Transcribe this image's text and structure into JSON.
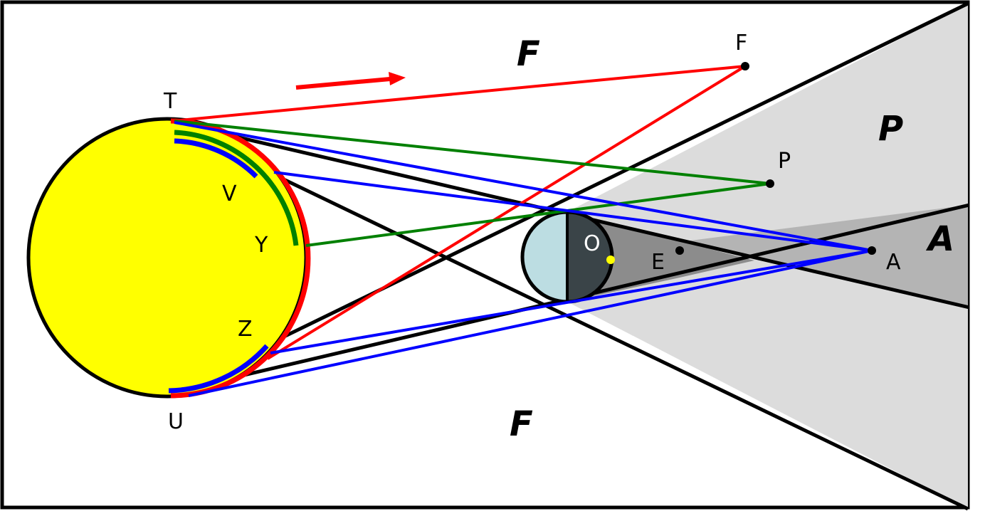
{
  "diagram": {
    "point_labels": {
      "T": "T",
      "U": "U",
      "V": "V",
      "Y": "Y",
      "Z": "Z",
      "O": "O",
      "E": "E",
      "F": "F",
      "P": "P",
      "A": "A"
    },
    "region_labels": {
      "full_top": "F",
      "full_bottom": "F",
      "penumbra": "P",
      "antumbra": "A"
    },
    "colors": {
      "sun": "#ffff00",
      "moon_lit": "#bcdde2",
      "moon_dark": "#3a4448",
      "umbra": "#8c8c8c",
      "antumbra": "#b4b4b4",
      "penumbra": "#dcdcdc",
      "red": "#ff0000",
      "green": "#008000",
      "blue": "#0000ff",
      "yellow_dot": "#ffff00"
    }
  }
}
